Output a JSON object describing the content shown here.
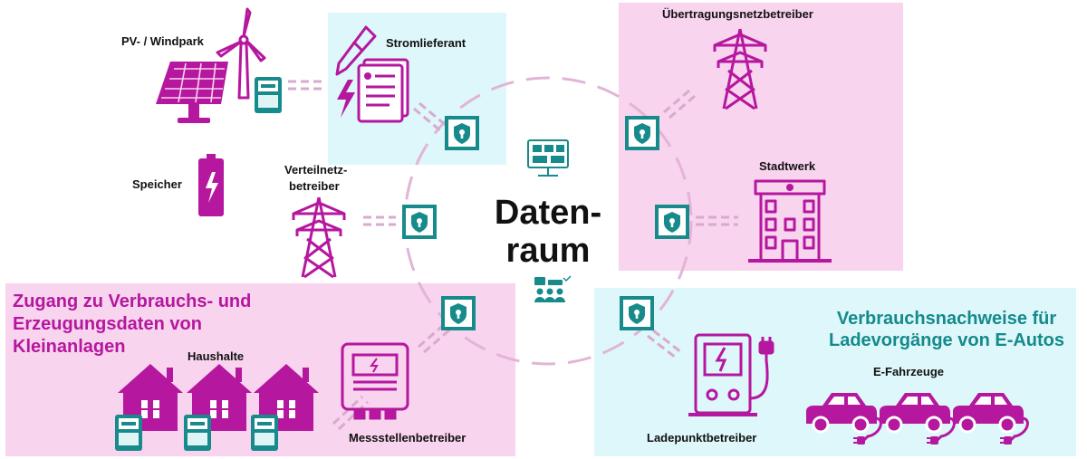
{
  "colors": {
    "magenta": "#b5179e",
    "teal": "#178b8b",
    "pink_bg": "#f8d4ee",
    "cyan_bg": "#ddf7fb",
    "ring": "#e3b4d6",
    "connector": "#d9aacf"
  },
  "center": {
    "line1": "Daten-",
    "line2": "raum",
    "icon_top": "monitor-dashboard-icon",
    "icon_bottom": "people-data-icon"
  },
  "nodes": {
    "pv_windpark": "PV- / Windpark",
    "stromlieferant": "Stromlieferant",
    "speicher": "Speicher",
    "verteilnetz_line1": "Verteilnetz-",
    "verteilnetz_line2": "betreiber",
    "uebertragung": "Übertragungsnetzbetreiber",
    "stadtwerk": "Stadtwerk",
    "haushalte": "Haushalte",
    "messstellen": "Messstellenbetreiber",
    "ladepunkt": "Ladepunktbetreiber",
    "e_fahrzeuge": "E-Fahrzeuge"
  },
  "headlines": {
    "left_line1": "Zugang zu Verbrauchs- und",
    "left_line2": "Erzeugungsdaten von",
    "left_line3": "Kleinanlagen",
    "right_line1": "Verbrauchsnachweise für",
    "right_line2": "Ladevorgänge von E-Autos"
  },
  "icons": [
    "solar-panel-icon",
    "wind-turbine-icon",
    "meter-icon",
    "contract-pen-icon",
    "battery-icon",
    "power-pylon-icon",
    "city-building-icon",
    "house-icon",
    "smart-meter-icon",
    "charging-station-icon",
    "electric-car-icon",
    "shield-lock-icon"
  ]
}
